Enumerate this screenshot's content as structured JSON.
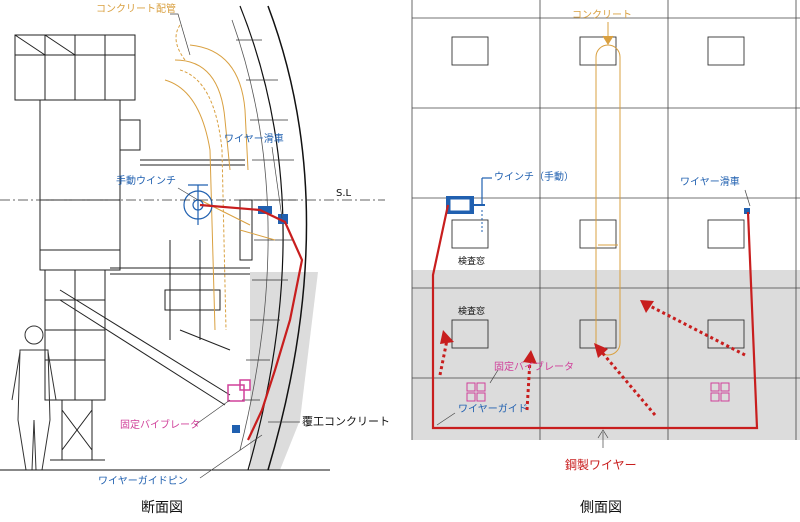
{
  "left": {
    "caption": "断面図",
    "labels": {
      "concrete_pipe": "コンクリート配管",
      "wire_pulley": "ワイヤー滑車",
      "manual_winch": "手動ウインチ",
      "sl": "S.L",
      "fixed_vibrator": "固定バイブレータ",
      "lining_concrete": "覆工コンクリート",
      "wire_guide_pin": "ワイヤーガイドピン"
    }
  },
  "right": {
    "caption": "側面図",
    "labels": {
      "concrete": "コンクリート",
      "winch_manual": "ウインチ（手動）",
      "wire_pulley": "ワイヤー滑車",
      "inspection_window_1": "検査窓",
      "inspection_window_2": "検査窓",
      "fixed_vibrator": "固定バイブレータ",
      "wire_guide": "ワイヤーガイド",
      "steel_wire": "鋼製ワイヤー"
    }
  },
  "colors": {
    "wire": "#c81e1e",
    "pipe": "#d9a040",
    "equipment": "#2060b0",
    "vibrator": "#d0409a",
    "gray_zone": "#dcdcdc"
  }
}
